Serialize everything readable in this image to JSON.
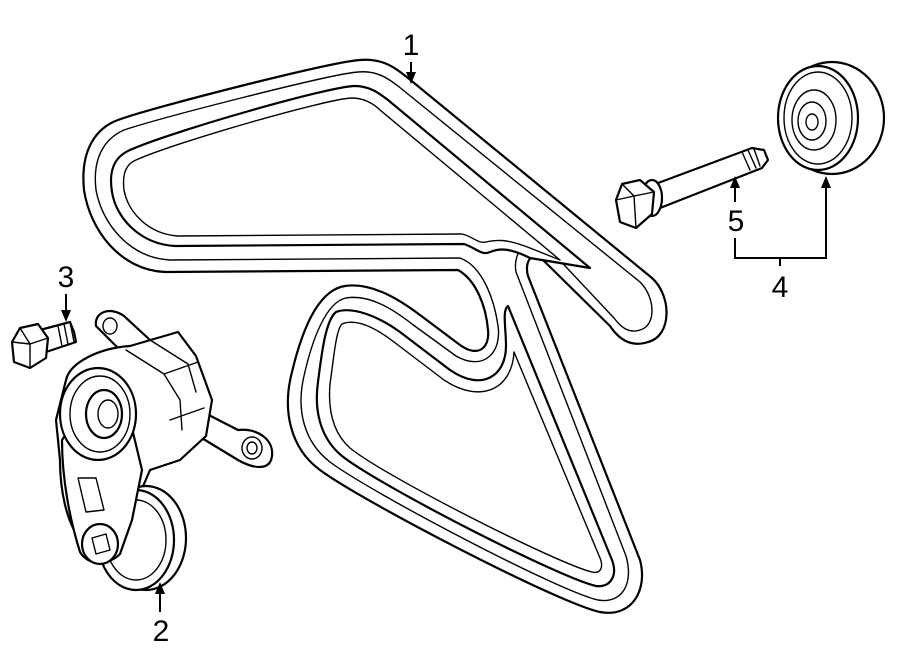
{
  "diagram": {
    "callouts": [
      {
        "id": "1",
        "label": "1"
      },
      {
        "id": "2",
        "label": "2"
      },
      {
        "id": "3",
        "label": "3"
      },
      {
        "id": "4",
        "label": "4"
      },
      {
        "id": "5",
        "label": "5"
      }
    ],
    "parts": [
      {
        "callout": "1",
        "icon": "serpentine-belt"
      },
      {
        "callout": "2",
        "icon": "belt-tensioner-assembly"
      },
      {
        "callout": "3",
        "icon": "tensioner-bolt"
      },
      {
        "callout": "4",
        "icon": "idler-pulley"
      },
      {
        "callout": "5",
        "icon": "idler-pulley-bolt"
      }
    ]
  }
}
